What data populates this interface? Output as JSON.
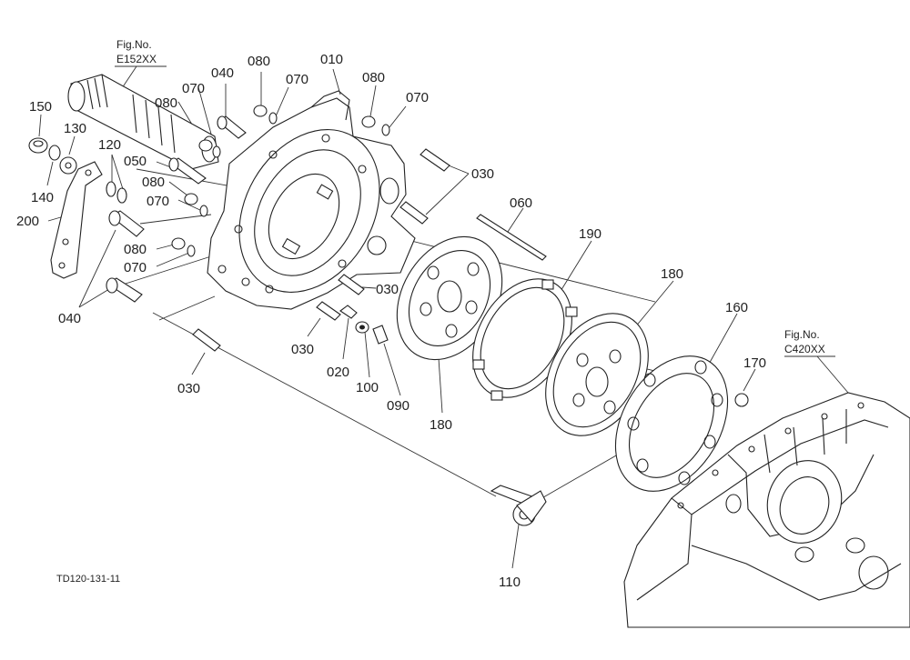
{
  "figure_refs": {
    "top": {
      "label": "Fig.No.",
      "code": "E152XX"
    },
    "right": {
      "label": "Fig.No.",
      "code": "C420XX"
    }
  },
  "drawing_code": "TD120-131-11",
  "part_labels": {
    "p010": "010",
    "p020": "020",
    "p030a": "030",
    "p030b": "030",
    "p030c": "030",
    "p030d": "030",
    "p040a": "040",
    "p040b": "040",
    "p050": "050",
    "p060": "060",
    "p070a": "070",
    "p070b": "070",
    "p070c": "070",
    "p070d": "070",
    "p070e": "070",
    "p080a": "080",
    "p080b": "080",
    "p080c": "080",
    "p080d": "080",
    "p080e": "080",
    "p090": "090",
    "p100": "100",
    "p110": "110",
    "p120": "120",
    "p130": "130",
    "p140": "140",
    "p150": "150",
    "p160": "160",
    "p170": "170",
    "p180a": "180",
    "p180b": "180",
    "p190": "190",
    "p200": "200"
  }
}
